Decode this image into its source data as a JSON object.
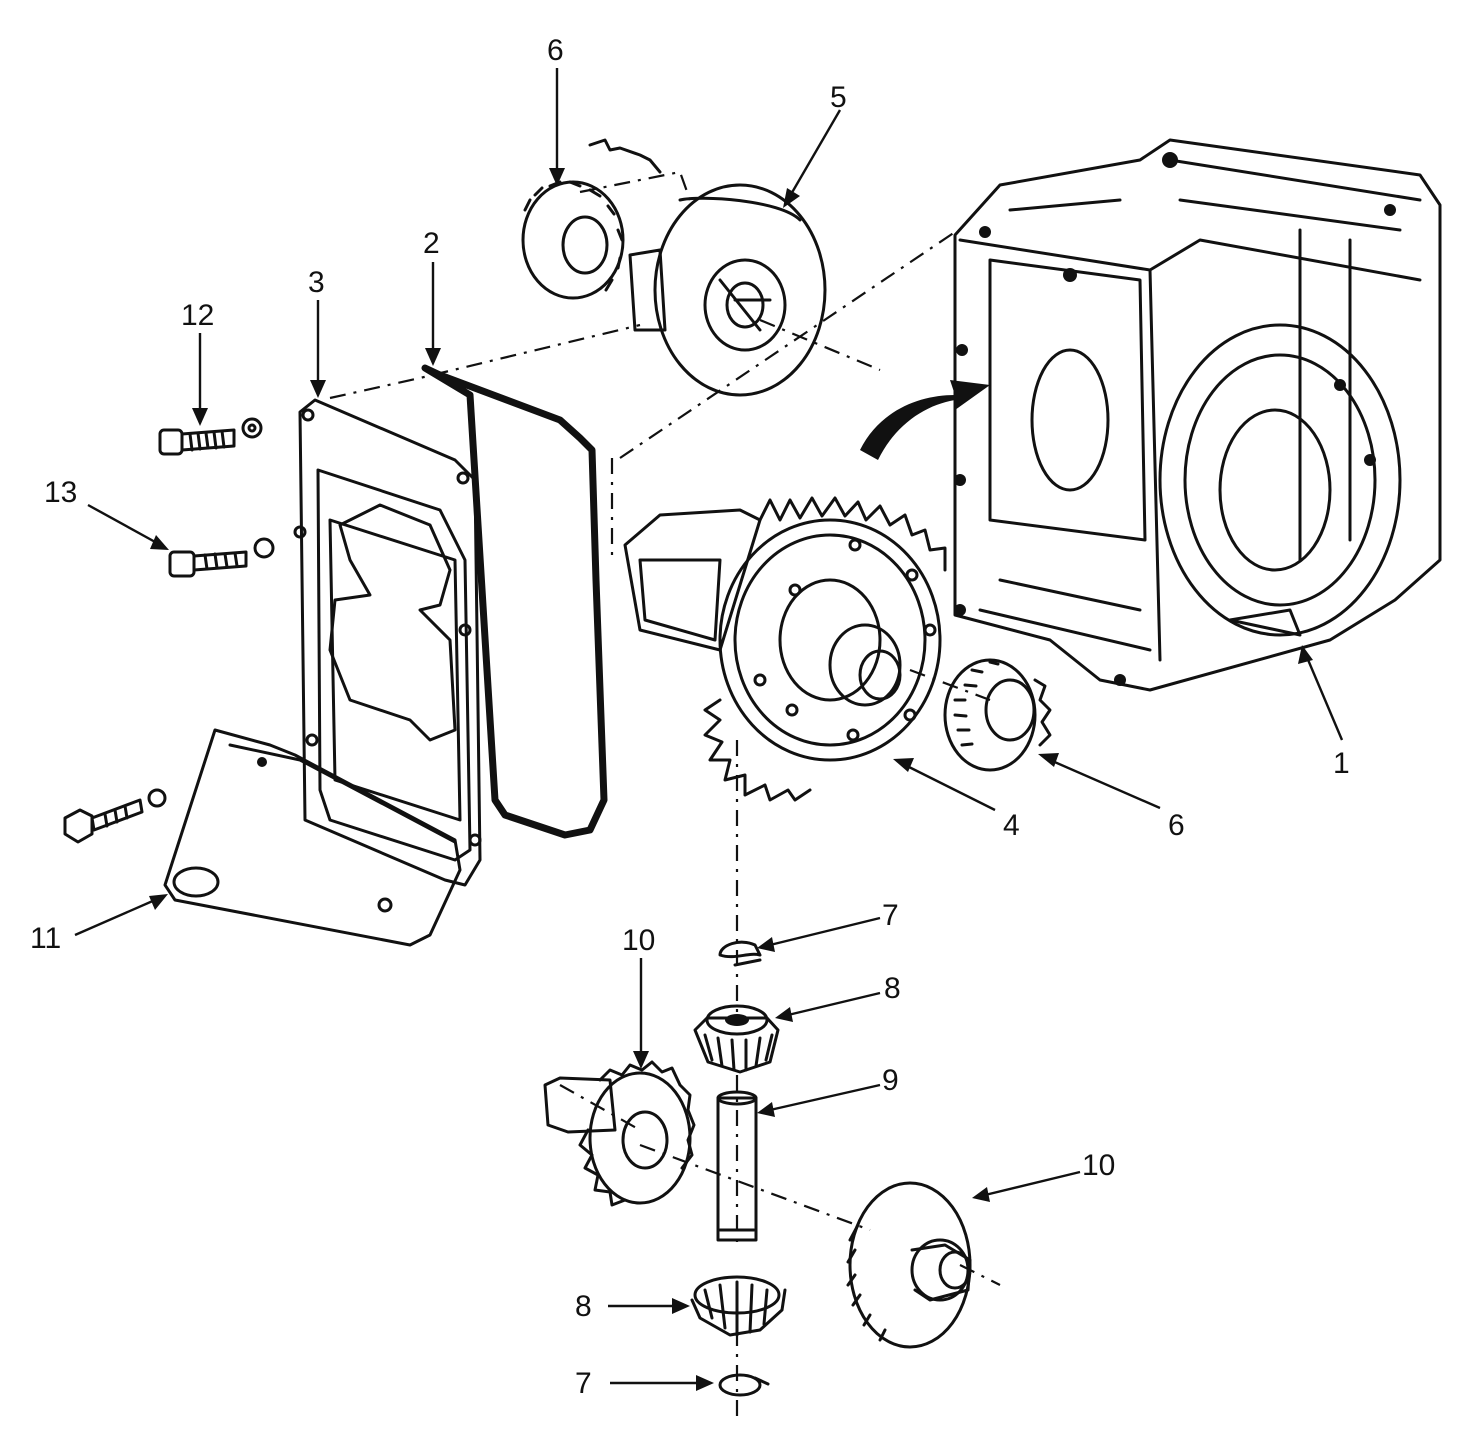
{
  "callouts": {
    "c1": "1",
    "c2": "2",
    "c3": "3",
    "c4": "4",
    "c5": "5",
    "c6_top": "6",
    "c6_right": "6",
    "c7_upper": "7",
    "c7_lower": "7",
    "c8_upper": "8",
    "c8_lower": "8",
    "c9": "9",
    "c10_left": "10",
    "c10_right": "10",
    "c11": "11",
    "c12": "12",
    "c13": "13"
  },
  "colors": {
    "ink": "#111111",
    "paper": "#ffffff"
  }
}
